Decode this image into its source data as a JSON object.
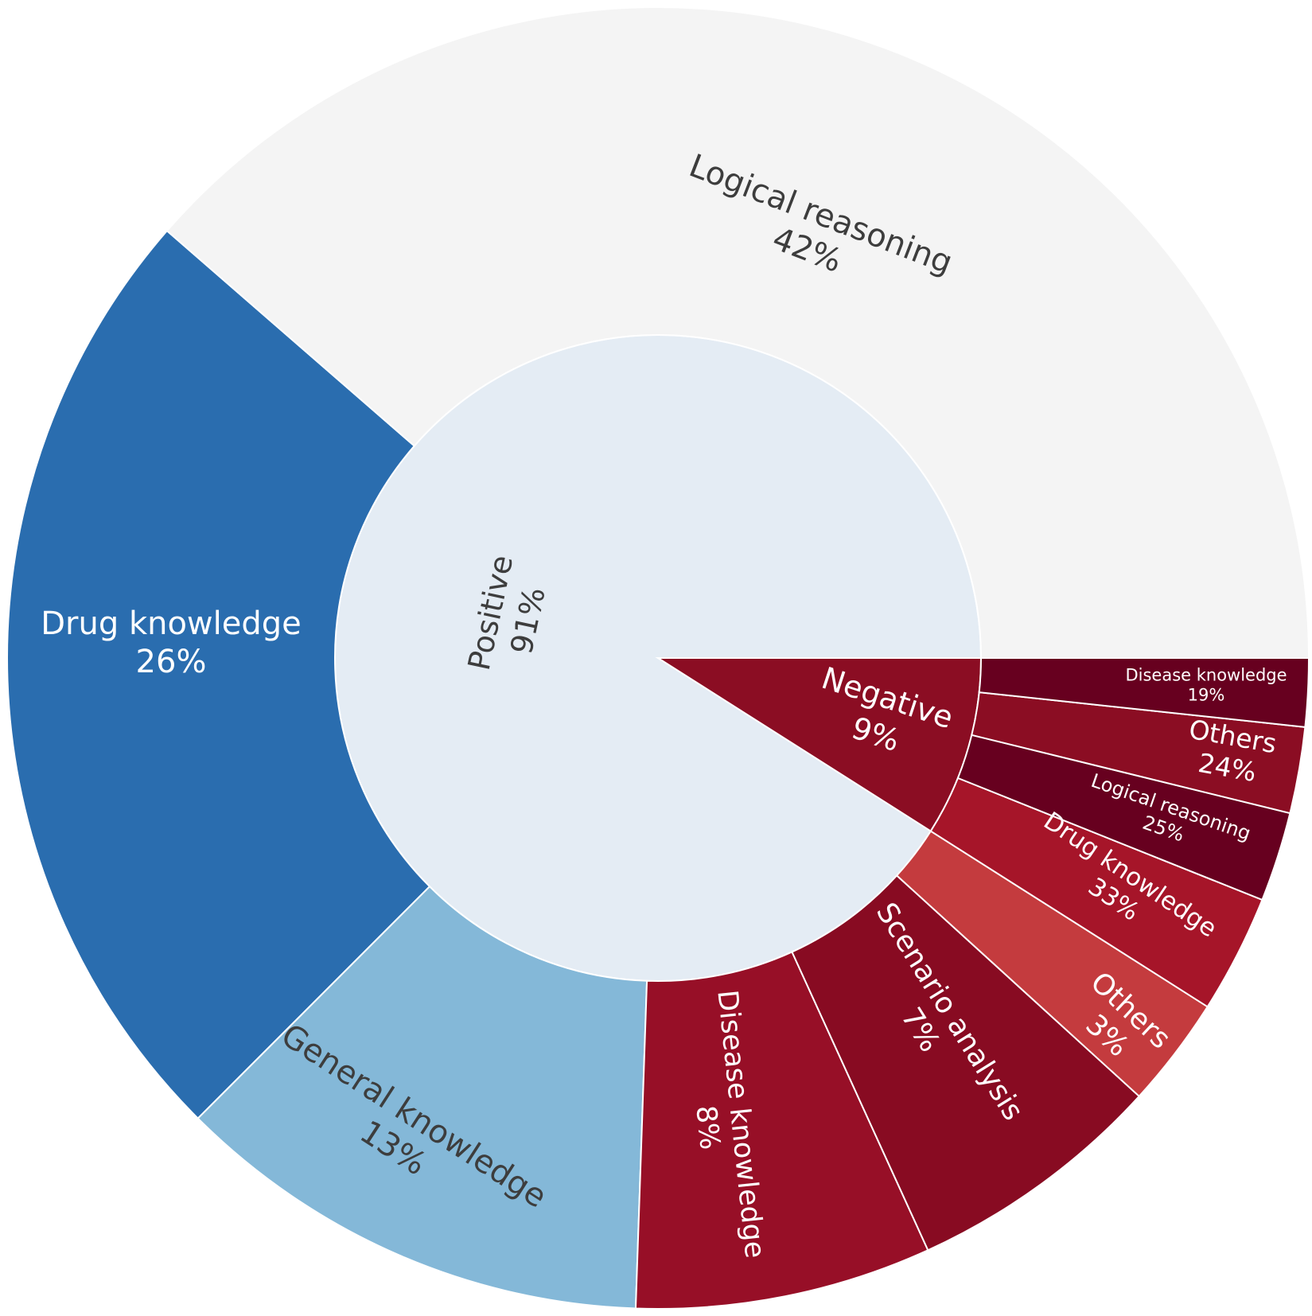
{
  "chart_data": {
    "type": "sunburst",
    "inner": [
      {
        "label": "Positive",
        "value": 91,
        "value_label": "91%",
        "color": "#e4ecf4",
        "text_color": "#3d3d3d"
      },
      {
        "label": "Negative",
        "value": 9,
        "value_label": "9%",
        "color": "#8b0d23",
        "text_color": "#ffffff"
      }
    ],
    "outer_positive": [
      {
        "label": "Logical reasoning",
        "value": 42,
        "value_label": "42%",
        "color": "#f4f4f4",
        "text_color": "#3d3d3d"
      },
      {
        "label": "Drug knowledge",
        "value": 26,
        "value_label": "26%",
        "color": "#2a6daf",
        "text_color": "#ffffff"
      },
      {
        "label": "General knowledge",
        "value": 13,
        "value_label": "13%",
        "color": "#84b8d8",
        "text_color": "#3d3d3d"
      },
      {
        "label": "Disease knowledge",
        "value": 8,
        "value_label": "8%",
        "color": "#970f27",
        "text_color": "#ffffff"
      },
      {
        "label": "Scenario analysis",
        "value": 7,
        "value_label": "7%",
        "color": "#880b22",
        "text_color": "#ffffff"
      },
      {
        "label": "Others",
        "value": 3,
        "value_label": "3%",
        "color": "#c43b3e",
        "text_color": "#ffffff"
      }
    ],
    "outer_negative": [
      {
        "label": "Drug knowledge",
        "value": 33,
        "value_label": "33%",
        "color": "#a61529",
        "text_color": "#ffffff"
      },
      {
        "label": "Logical reasoning",
        "value": 25,
        "value_label": "25%",
        "color": "#67001f",
        "text_color": "#ffffff"
      },
      {
        "label": "Others",
        "value": 24,
        "value_label": "24%",
        "color": "#8b0d23",
        "text_color": "#ffffff"
      },
      {
        "label": "Disease knowledge",
        "value": 19,
        "value_label": "19%",
        "color": "#67001f",
        "text_color": "#ffffff"
      }
    ]
  }
}
